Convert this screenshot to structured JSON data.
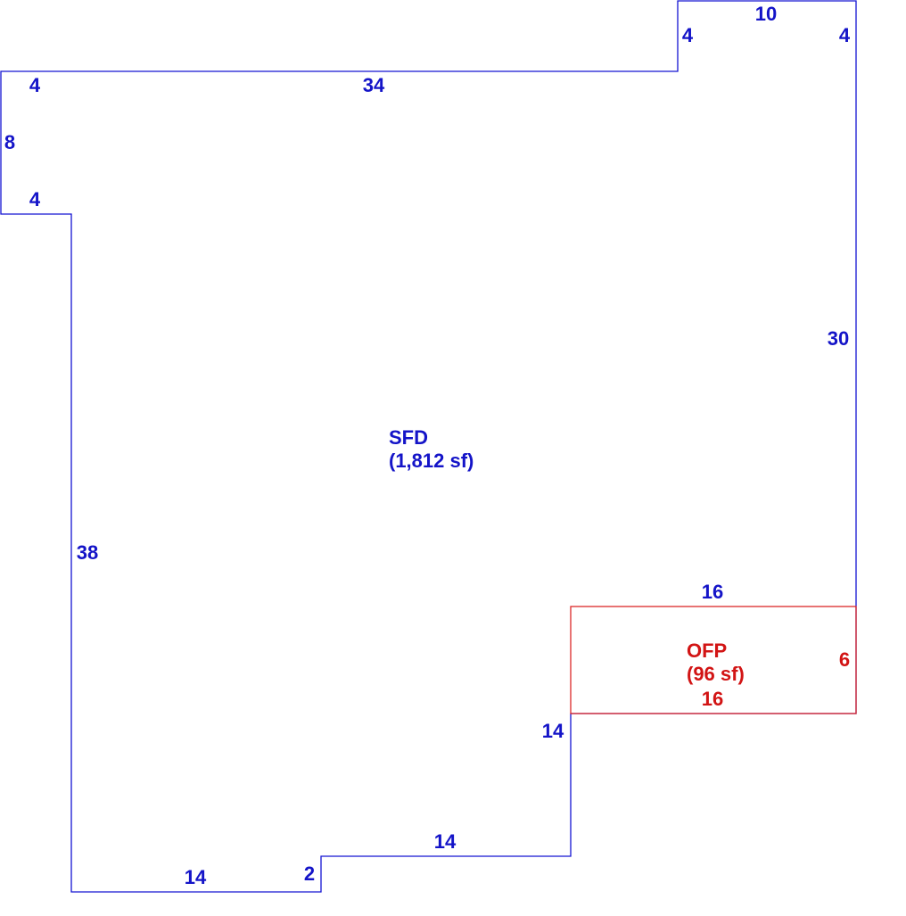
{
  "colors": {
    "main_outline": "#1414d2",
    "main_text": "#1414c8",
    "porch_outline": "#dc2828",
    "porch_text": "#d21414",
    "background": "#ffffff"
  },
  "areas": {
    "sfd": {
      "code": "SFD",
      "area": "(1,812 sf)"
    },
    "ofp": {
      "code": "OFP",
      "area": "(96 sf)"
    }
  },
  "dimensions": {
    "top_notch_width": "10",
    "top_notch_left_height": "4",
    "top_notch_right_height": "4",
    "top_wall": "34",
    "left_bump_top": "4",
    "left_bump_height": "8",
    "left_bump_bottom": "4",
    "right_wall": "30",
    "left_wall": "38",
    "porch_top": "16",
    "porch_side": "6",
    "porch_bottom": "16",
    "step_vertical": "14",
    "step_horizontal": "14",
    "bottom_notch_height": "2",
    "bottom_wall": "14"
  }
}
